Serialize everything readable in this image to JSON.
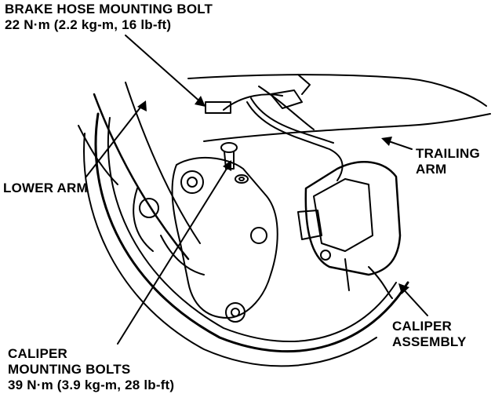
{
  "labels": {
    "brake_hose": {
      "line1": "BRAKE HOSE MOUNTING BOLT",
      "line2": "22 N·m (2.2 kg-m, 16 lb-ft)"
    },
    "lower_arm": "LOWER ARM",
    "trailing_arm": {
      "line1": "TRAILING",
      "line2": "ARM"
    },
    "caliper_assembly": {
      "line1": "CALIPER",
      "line2": "ASSEMBLY"
    },
    "caliper_bolts": {
      "line1": "CALIPER",
      "line2": "MOUNTING BOLTS",
      "line3": "39 N·m (3.9 kg-m, 28 lb-ft)"
    }
  },
  "colors": {
    "ink": "#000000",
    "paper": "#ffffff"
  }
}
